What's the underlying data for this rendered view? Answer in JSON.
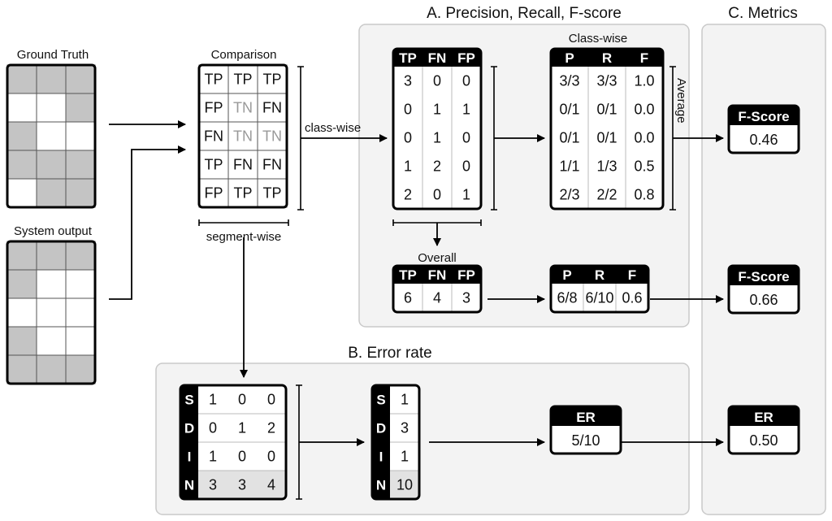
{
  "sections": {
    "precision_recall": "A. Precision, Recall, F-score",
    "error_rate": "B. Error rate",
    "metrics": "C. Metrics"
  },
  "ground_truth": {
    "title": "Ground Truth",
    "grid": [
      [
        1,
        1,
        1
      ],
      [
        0,
        0,
        1
      ],
      [
        1,
        0,
        0
      ],
      [
        1,
        1,
        1
      ],
      [
        0,
        1,
        1
      ]
    ]
  },
  "system_output": {
    "title": "System output",
    "grid": [
      [
        1,
        1,
        1
      ],
      [
        1,
        0,
        0
      ],
      [
        0,
        0,
        0
      ],
      [
        1,
        0,
        0
      ],
      [
        1,
        1,
        1
      ]
    ]
  },
  "comparison": {
    "title": "Comparison",
    "rows": [
      [
        "TP",
        "TP",
        "TP"
      ],
      [
        "FP",
        "TN",
        "FN"
      ],
      [
        "FN",
        "TN",
        "TN"
      ],
      [
        "TP",
        "FN",
        "FN"
      ],
      [
        "FP",
        "TP",
        "TP"
      ]
    ],
    "segment_label": "segment-wise",
    "class_label": "class-wise"
  },
  "classwise_counts": {
    "headers": [
      "TP",
      "FN",
      "FP"
    ],
    "rows": [
      [
        "3",
        "0",
        "0"
      ],
      [
        "0",
        "1",
        "1"
      ],
      [
        "0",
        "1",
        "0"
      ],
      [
        "1",
        "2",
        "0"
      ],
      [
        "2",
        "0",
        "1"
      ]
    ]
  },
  "classwise_prf": {
    "title": "Class-wise",
    "headers": [
      "P",
      "R",
      "F"
    ],
    "rows": [
      [
        "3/3",
        "3/3",
        "1.0"
      ],
      [
        "0/1",
        "0/1",
        "0.0"
      ],
      [
        "0/1",
        "0/1",
        "0.0"
      ],
      [
        "1/1",
        "1/3",
        "0.5"
      ],
      [
        "2/3",
        "2/2",
        "0.8"
      ]
    ],
    "average_label": "Average"
  },
  "overall_counts": {
    "title": "Overall",
    "headers": [
      "TP",
      "FN",
      "FP"
    ],
    "values": [
      "6",
      "4",
      "3"
    ]
  },
  "overall_prf": {
    "headers": [
      "P",
      "R",
      "F"
    ],
    "values": [
      "6/8",
      "6/10",
      "0.6"
    ]
  },
  "sdin_table": {
    "labels": [
      "S",
      "D",
      "I",
      "N"
    ],
    "rows": [
      [
        "1",
        "0",
        "0"
      ],
      [
        "0",
        "1",
        "2"
      ],
      [
        "1",
        "0",
        "0"
      ],
      [
        "3",
        "3",
        "4"
      ]
    ]
  },
  "sdin_total": {
    "labels": [
      "S",
      "D",
      "I",
      "N"
    ],
    "values": [
      "1",
      "3",
      "1",
      "10"
    ]
  },
  "er_box": {
    "title": "ER",
    "value": "5/10"
  },
  "metrics": {
    "fscore_classwise": {
      "title": "F-Score",
      "value": "0.46"
    },
    "fscore_overall": {
      "title": "F-Score",
      "value": "0.66"
    },
    "er": {
      "title": "ER",
      "value": "0.50"
    }
  }
}
